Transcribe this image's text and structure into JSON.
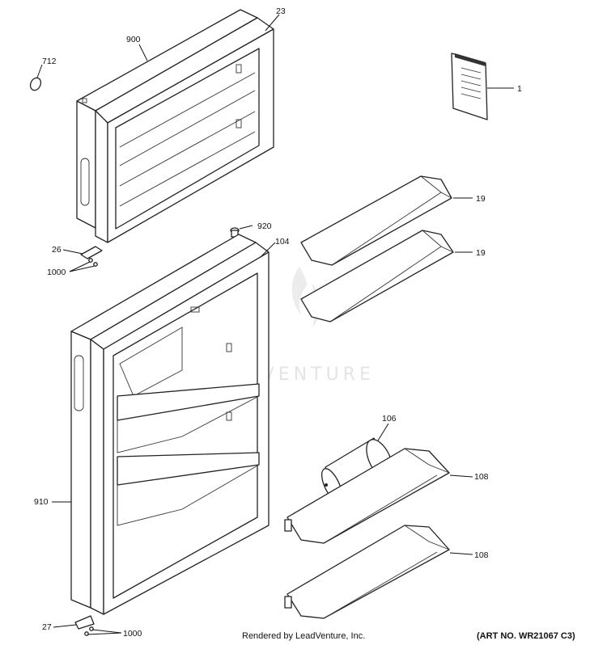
{
  "watermark": "LEADVENTURE",
  "footer": {
    "rendered_by": "Rendered by LeadVenture, Inc.",
    "art_no": "(ART NO. WR21067 C3)"
  },
  "callouts": {
    "c23": "23",
    "c900": "900",
    "c712": "712",
    "c1": "1",
    "c920": "920",
    "c104": "104",
    "c26": "26",
    "c1000a": "1000",
    "c19a": "19",
    "c19b": "19",
    "c106": "106",
    "c108a": "108",
    "c910": "910",
    "c108b": "108",
    "c27": "27",
    "c1000b": "1000"
  }
}
